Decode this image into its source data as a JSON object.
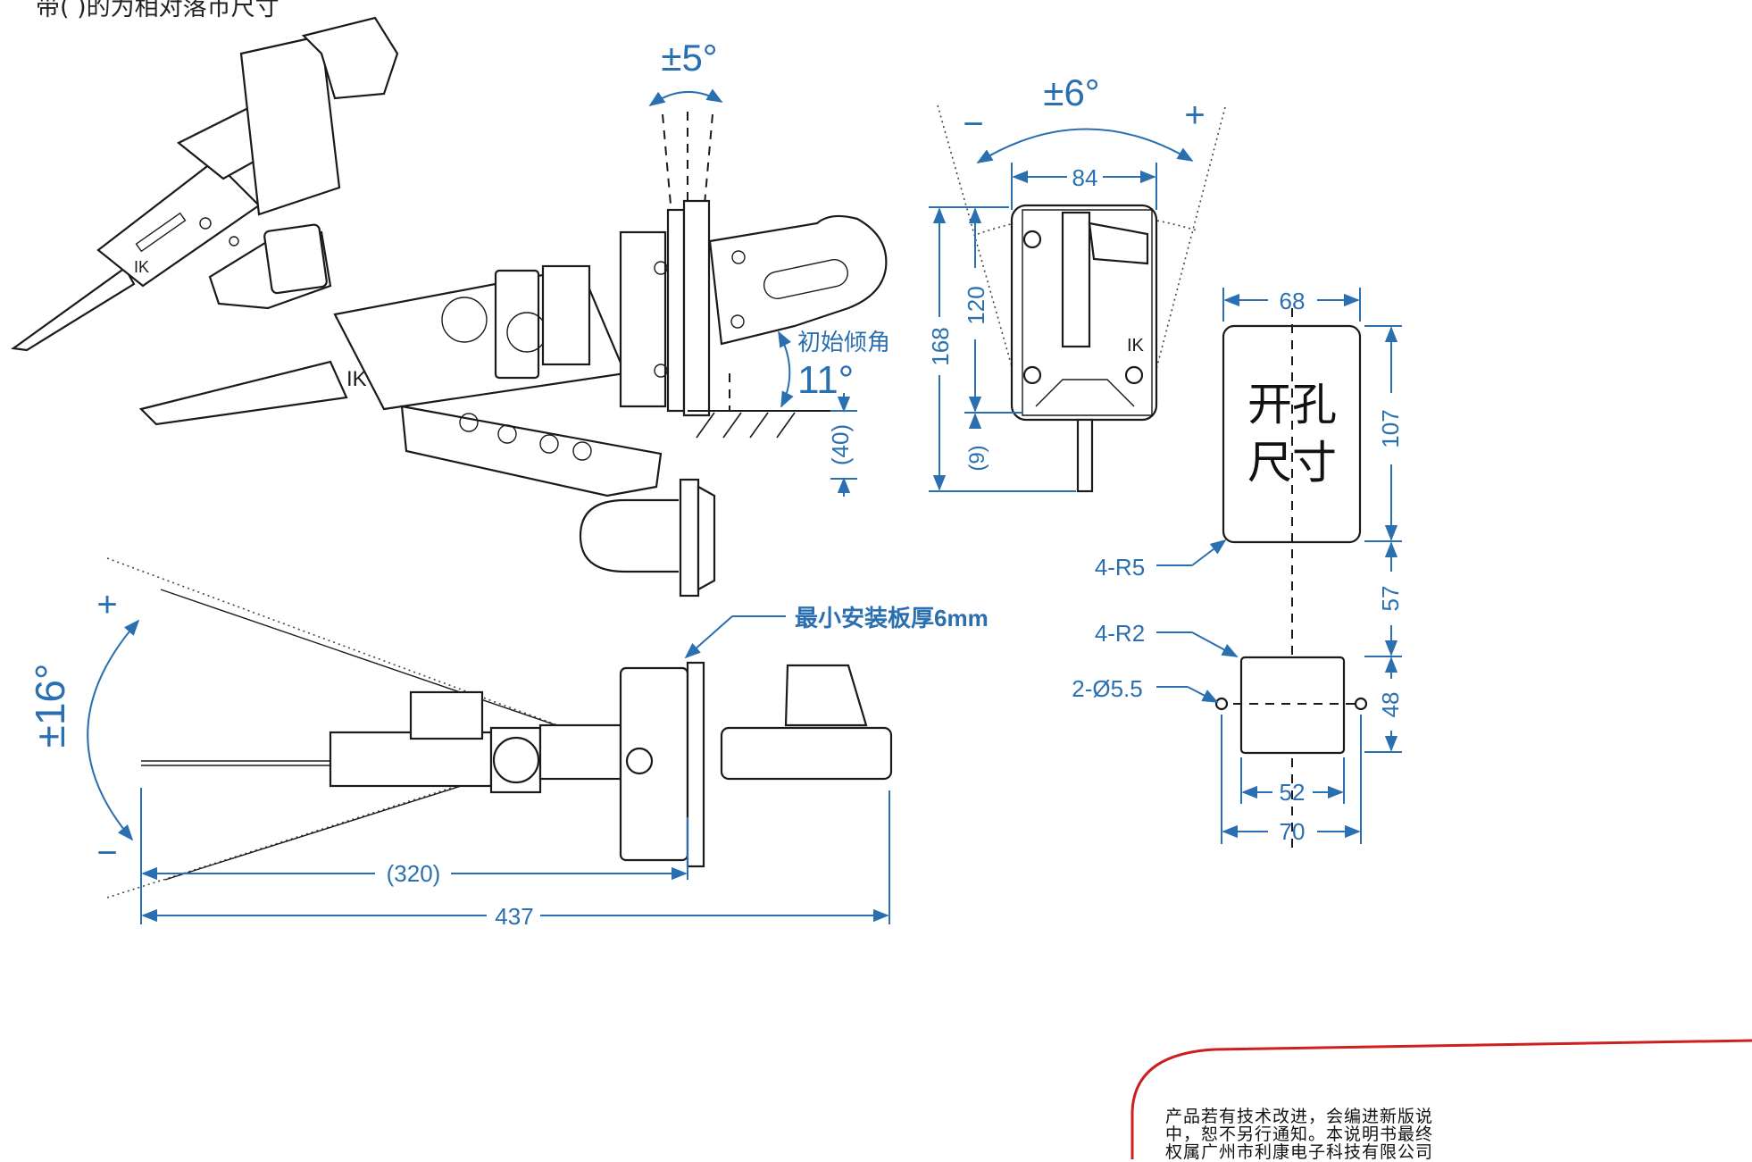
{
  "top_note": "带( )的为相对落币尺寸",
  "side_view": {
    "tilt_range": "±5°",
    "initial_angle_label": "初始倾角",
    "initial_angle_value": "11°",
    "dim_40": "(40)"
  },
  "front_view": {
    "swing_range": "±6°",
    "minus": "−",
    "plus": "+",
    "width": "84",
    "height_total": "168",
    "height_inner": "120",
    "offset": "(9)",
    "logo": "IK"
  },
  "top_view": {
    "swing_range": "±16°",
    "plus": "+",
    "minus": "−",
    "min_panel_label": "最小安装板厚6mm",
    "len_320": "(320)",
    "len_437": "437"
  },
  "cutout": {
    "width_68": "68",
    "label_line1": "开孔",
    "label_line2": "尺寸",
    "height_107": "107",
    "gap_57": "57",
    "r5": "4-R5",
    "r2": "4-R2",
    "hole": "2-Ø5.5",
    "height_48": "48",
    "width_52": "52",
    "width_70": "70"
  },
  "notice": {
    "line1": "产品若有技术改进，会编进新版说",
    "line2": "中，恕不另行通知。本说明书最终",
    "line3": "权属广州市利康电子科技有限公司"
  },
  "colors": {
    "dimension": "#2a6fb0",
    "notice_border": "#cc1f1f",
    "line": "#1a1a1a"
  }
}
